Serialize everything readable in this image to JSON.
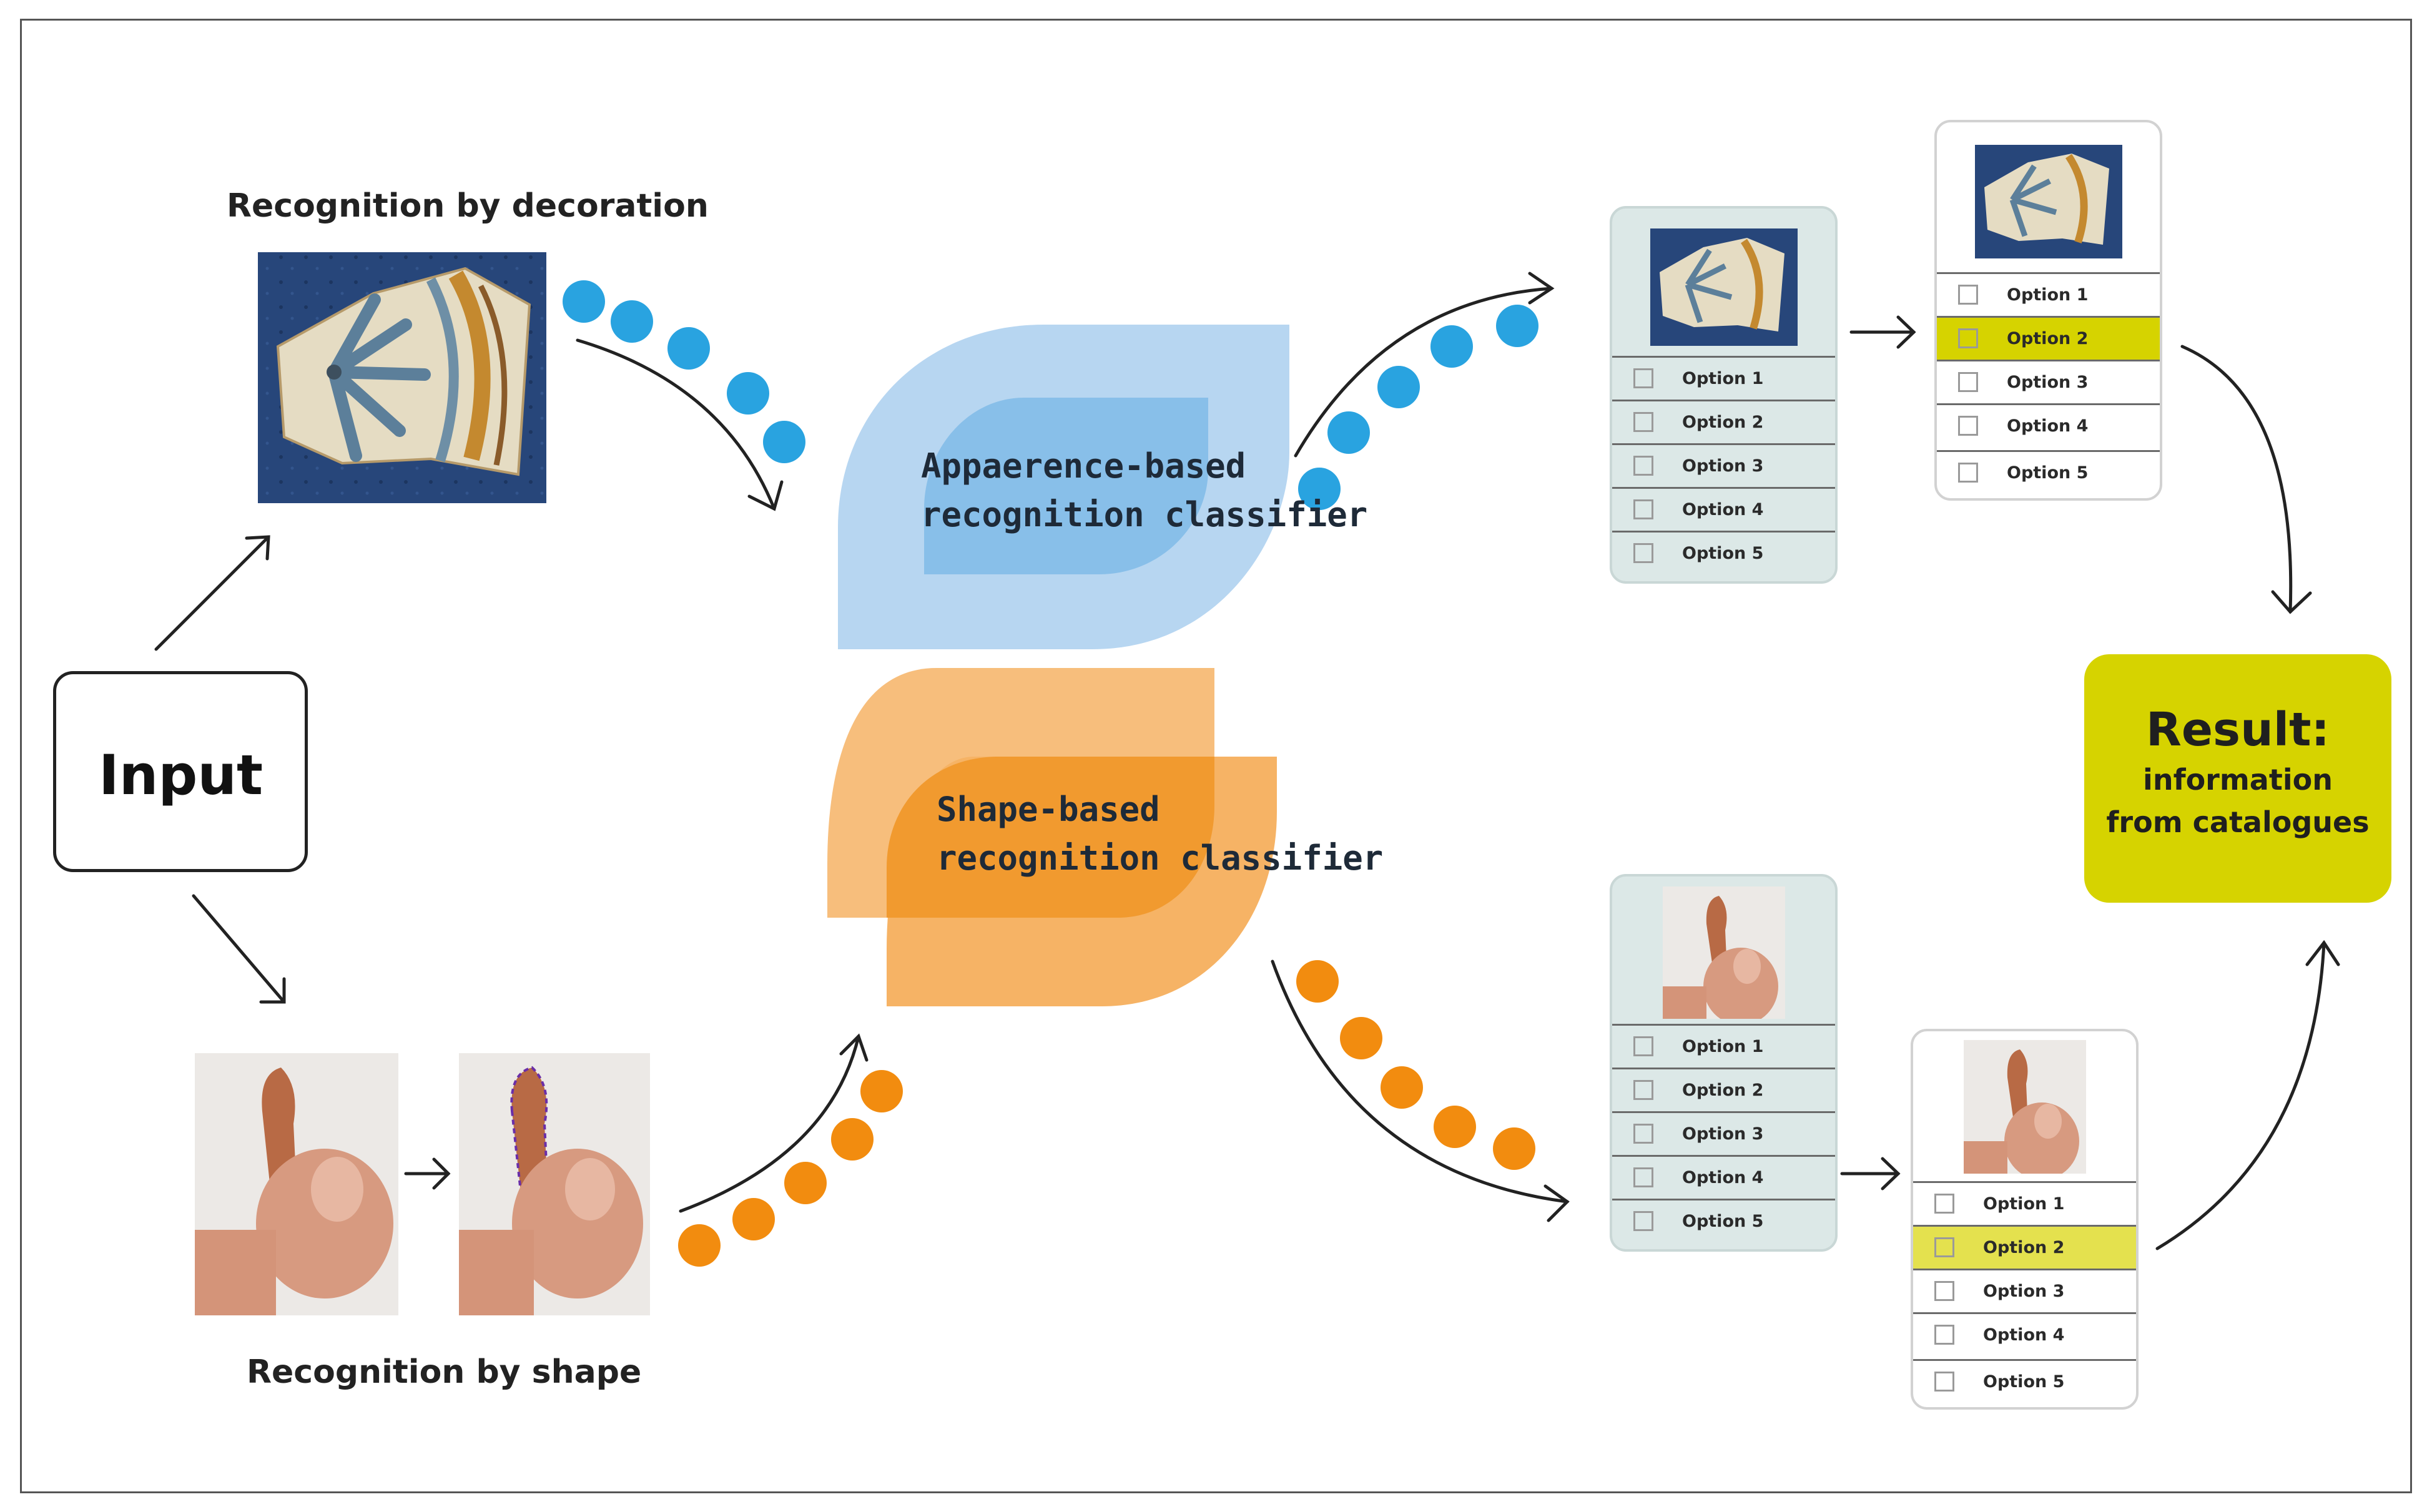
{
  "labels": {
    "decoration": "Recognition by decoration",
    "shape": "Recognition by shape",
    "input": "Input"
  },
  "classifiers": {
    "appearance": [
      "Appaerence-based",
      "recognition classifier"
    ],
    "shape": [
      "Shape-based",
      "recognition classifier"
    ]
  },
  "result": {
    "title": "Result:",
    "line1": "information",
    "line2": "from catalogues"
  },
  "option_cards": {
    "top_left": [
      "Option 1",
      "Option 2",
      "Option 3",
      "Option 4",
      "Option 5"
    ],
    "top_right": [
      "Option 1",
      "Option 2",
      "Option 3",
      "Option 4",
      "Option 5"
    ],
    "bottom_left": [
      "Option 1",
      "Option 2",
      "Option 3",
      "Option 4",
      "Option 5"
    ],
    "bottom_right": [
      "Option 1",
      "Option 2",
      "Option 3",
      "Option 4",
      "Option 5"
    ]
  },
  "colors": {
    "blue_dot": "#29a3e0",
    "orange_dot": "#f28c0f",
    "blue_leaf": "#b7d6f1",
    "blue_leaf_dark": "#88bfe9",
    "orange_leaf": "#f6b365",
    "orange_leaf_dark": "#f19a2f",
    "result_yellow": "#d6d300",
    "highlight_yellow": "#d6d300"
  }
}
